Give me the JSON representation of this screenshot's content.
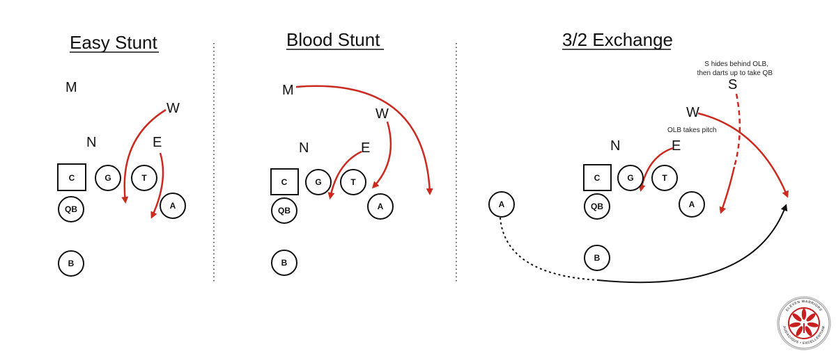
{
  "panels": [
    {
      "title": "Easy Stunt",
      "labels": {
        "M": "M",
        "W": "W",
        "N": "N",
        "E": "E"
      },
      "nodes": {
        "C": "C",
        "G": "G",
        "T": "T",
        "QB": "QB",
        "A": "A",
        "B": "B"
      }
    },
    {
      "title": "Blood Stunt",
      "labels": {
        "M": "M",
        "W": "W",
        "N": "N",
        "E": "E"
      },
      "nodes": {
        "C": "C",
        "G": "G",
        "T": "T",
        "QB": "QB",
        "A": "A",
        "B": "B"
      }
    },
    {
      "title": "3/2 Exchange",
      "labels": {
        "S": "S",
        "W": "W",
        "N": "N",
        "E": "E"
      },
      "nodes": {
        "C": "C",
        "G": "G",
        "T": "T",
        "QB": "QB",
        "A": "A",
        "A_option": "A",
        "B": "B"
      },
      "notes": {
        "safety_line1": "S hides behind OLB,",
        "safety_line2": "then darts up to take QB",
        "olb": "OLB takes pitch"
      }
    }
  ],
  "logo": {
    "top_text": "ELEVEN WARRIORS",
    "bottom_text": "AUDACIOUS • EXCELLENTIAM"
  },
  "colors": {
    "arrow_red": "#cc2a1f",
    "path_black": "#111111",
    "divider": "#333333",
    "logo_red": "#c8201f"
  }
}
